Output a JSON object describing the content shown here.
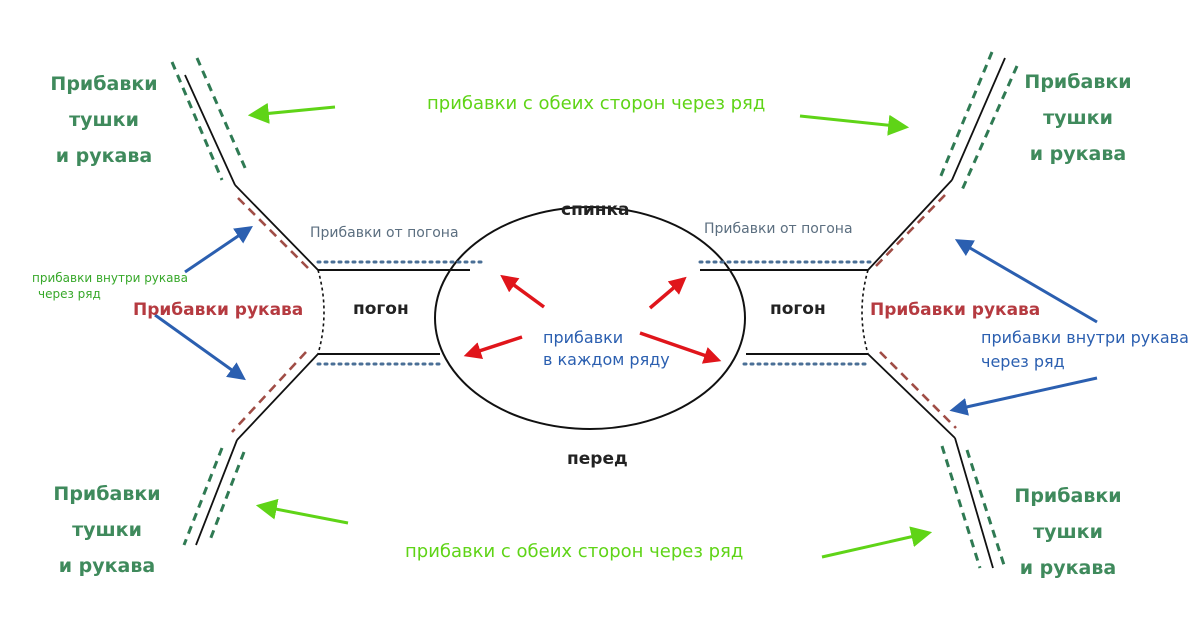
{
  "labels": {
    "body_sleeve_increases": [
      "Прибавки",
      "тушки",
      "и рукава"
    ],
    "both_sides_every_other_row": "прибавки с обеих сторон через ряд",
    "inside_sleeve_every_other_row_left": [
      "прибавки внутри рукава",
      "через ряд"
    ],
    "inside_sleeve_every_other_row_right": [
      "прибавки внутри рукава",
      "через ряд"
    ],
    "sleeve_increases": "Прибавки рукава",
    "shoulder_strap_increases": "Прибавки от погона",
    "shoulder_strap": "погон",
    "back": "спинка",
    "front": "перед",
    "every_row_increases": [
      "прибавки",
      "в каждом ряду"
    ]
  },
  "colors": {
    "green_heading": "#3f8a5c",
    "green_arrow": "#5fd417",
    "blue_arrow": "#2b5fb0",
    "red_arrow": "#e0151b",
    "sleeve_red": "#b53a40",
    "dashed_green": "#2f7a53",
    "dotted_blue": "#4a6f96"
  }
}
